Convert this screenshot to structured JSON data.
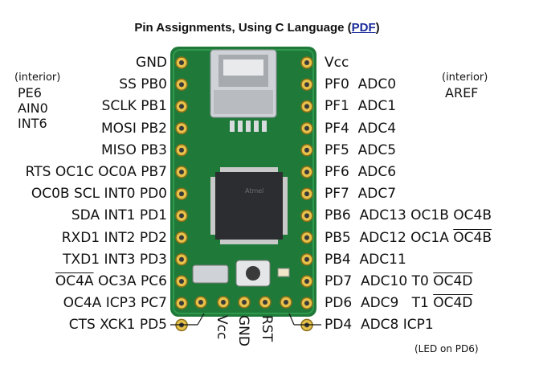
{
  "title": {
    "text": "Pin Assignments, Using C Language (",
    "link": "PDF",
    "close": ")"
  },
  "left_labels": [
    "GND",
    "SS PB0",
    "SCLK PB1",
    "MOSI PB2",
    "MISO PB3",
    "RTS OC1C OC0A PB7",
    "OC0B SCL INT0 PD0",
    "SDA INT1 PD1",
    "RXD1 INT2 PD2",
    "TXD1 INT3 PD3",
    "OC3A PC6",
    "OC4A ICP3 PC7",
    "CTS XCK1 PD5"
  ],
  "left_overline_prefix": "OC4A",
  "right_labels": [
    "Vcc",
    "PF0  ADC0",
    "PF1  ADC1",
    "PF4  ADC4",
    "PF5  ADC5",
    "PF6  ADC6",
    "PF7  ADC7",
    "PB6  ADC13 OC1B OC4B",
    "PB5  ADC12 OC1A",
    "PB4  ADC11",
    "PD7  ADC10 T0",
    "PD6  ADC9   T1",
    "PD4  ADC8 ICP1"
  ],
  "right_overline_suffixes": {
    "8": "OC4B",
    "10": "OC4D",
    "11": "OC4D"
  },
  "interior_left": {
    "heading": "(interior)",
    "lines": [
      "PE6",
      "AIN0",
      "INT6"
    ]
  },
  "interior_right": {
    "heading": "(interior)",
    "lines": [
      "AREF"
    ]
  },
  "bottom_labels": [
    "Vcc",
    "GND",
    "RST"
  ],
  "led_note": "(LED on PD6)",
  "colors": {
    "board": "#1f7a3a",
    "board_dark": "#135a28",
    "pad": "#e6c24a",
    "chip": "#2b2d30"
  }
}
